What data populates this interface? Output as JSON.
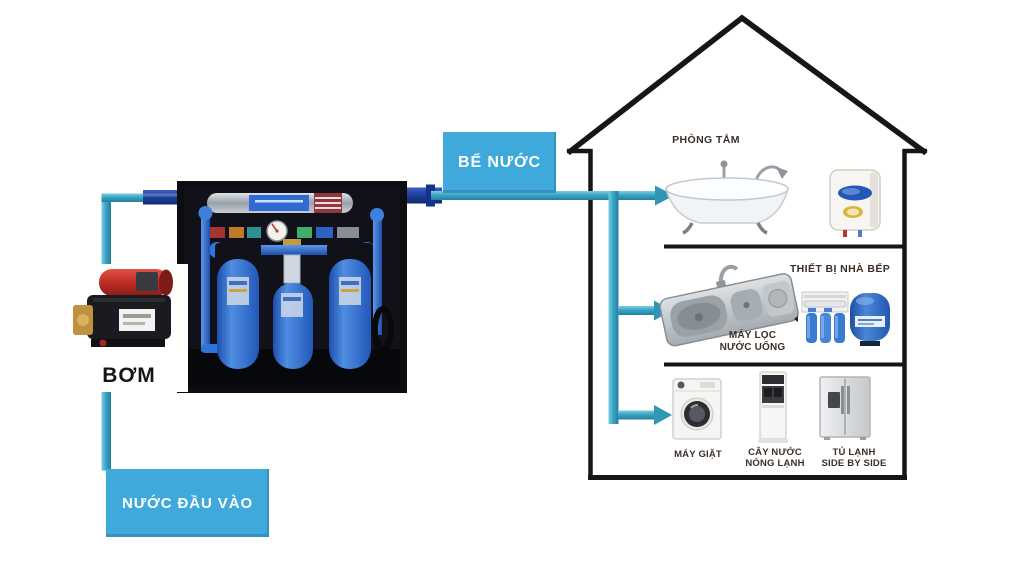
{
  "diagram": {
    "input": {
      "label": "NƯỚC ĐẦU VÀO"
    },
    "pump": {
      "label": "BƠM"
    },
    "tank": {
      "label": "BỂ NƯỚC"
    },
    "house": {
      "bathroom": {
        "label": "PHÒNG TẮM"
      },
      "kitchen": {
        "label": "THIẾT BỊ NHÀ BẾP",
        "drinking_filter": {
          "label": "MÁY LỌC\nNƯỚC UỐNG"
        }
      },
      "utility": {
        "washer": {
          "label": "MÁY GIẶT"
        },
        "dispenser": {
          "label": "CÂY NƯỚC\nNÓNG LẠNH"
        },
        "fridge": {
          "label": "TỦ LẠNH\nSIDE BY SIDE"
        }
      }
    },
    "colors": {
      "pipe_teal": "#3aa4c4",
      "pipe_dark_blue": "#1c3f9a",
      "label_box_blue": "#3fa9dc",
      "house_outline": "#161616",
      "label_text": "#3b2f28"
    }
  }
}
